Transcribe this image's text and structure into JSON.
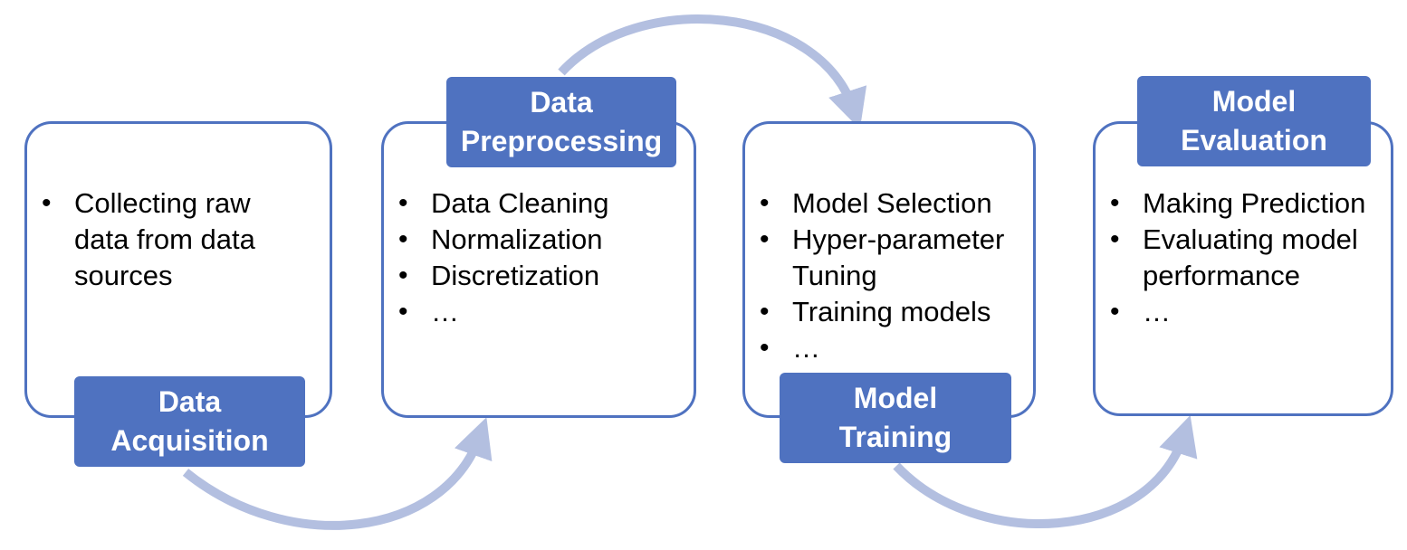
{
  "colors": {
    "stage_blue": "#4f72c0",
    "arrow": "#b3bfe0",
    "text": "#000000",
    "label_text": "#ffffff"
  },
  "stages": [
    {
      "label_line1": "Data",
      "label_line2": "Acquisition",
      "bullets": [
        "Collecting raw data from data sources"
      ]
    },
    {
      "label_line1": "Data",
      "label_line2": "Preprocessing",
      "bullets": [
        "Data Cleaning",
        "Normalization",
        "Discretization",
        "…"
      ]
    },
    {
      "label_line1": "Model",
      "label_line2": "Training",
      "bullets": [
        "Model Selection",
        "Hyper-parameter Tuning",
        "Training models",
        "…"
      ]
    },
    {
      "label_line1": "Model",
      "label_line2": "Evaluation",
      "bullets": [
        "Making Prediction",
        "Evaluating model performance",
        "…"
      ]
    }
  ]
}
